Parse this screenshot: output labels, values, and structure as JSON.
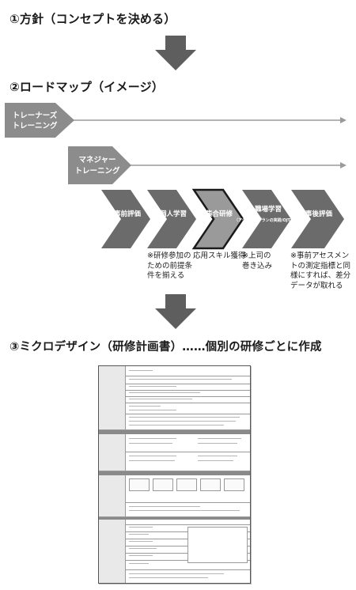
{
  "sections": {
    "s1": {
      "title": "①方針（コンセプトを決める）"
    },
    "s2": {
      "title": "②ロードマップ（イメージ）"
    },
    "s3": {
      "title": "③ミクロデザイン（研修計画書）……個別の研修ごとに作成"
    }
  },
  "roadmap": {
    "tracks": [
      {
        "label_line1": "トレーナーズ",
        "label_line2": "トレーニング"
      },
      {
        "label_line1": "マネジャー",
        "label_line2": "トレーニング"
      }
    ],
    "steps": [
      {
        "label_line1": "事前評価",
        "label_line2": ""
      },
      {
        "label_line1": "個人学習",
        "label_line2": ""
      },
      {
        "label_line1": "集合研修",
        "label_line2": ""
      },
      {
        "label_line1": "職場学習",
        "label_line2": "（アクションプランの実践/OJT指導）"
      },
      {
        "label_line1": "事後評価",
        "label_line2": ""
      }
    ],
    "notes": [
      "※研修参加の\nための前提条\n件を揃える",
      "応用スキル獲得",
      "※上司の\n巻き込み",
      "※事前アセスメン\nトの測定指標と同\n様にすれば、差分\nデータが取れる"
    ]
  },
  "colors": {
    "track_fill": "#8c8c8c",
    "step_fill": "#6b6b6b",
    "step_highlight": "#9a9a9a",
    "arrow_down": "#5e5e5e"
  }
}
